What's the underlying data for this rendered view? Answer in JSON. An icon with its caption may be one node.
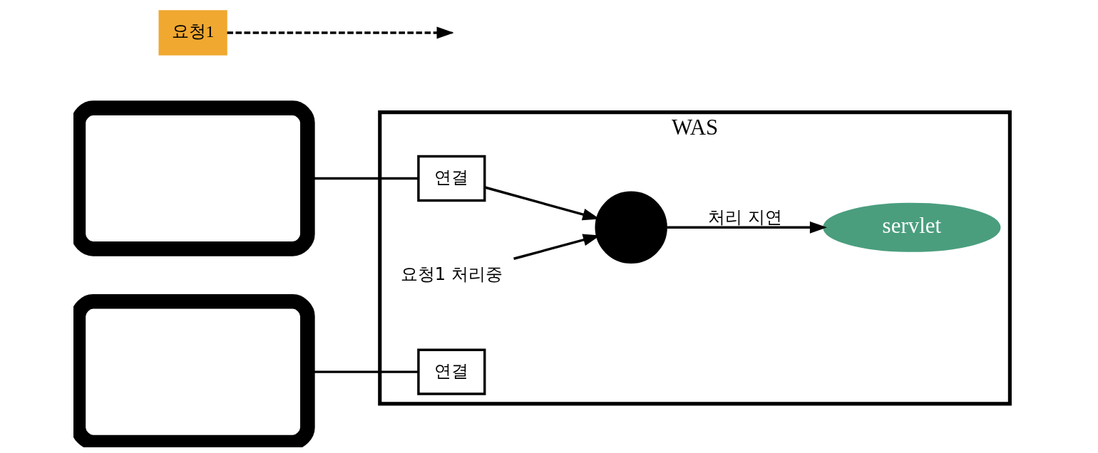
{
  "diagram": {
    "nodes": [
      {
        "text": [
          "WAS"
        ]
      },
      {
        "text": [],
        "shape": "monitor"
      },
      {
        "text": [
          "요청1"
        ]
      },
      {
        "text": [
          "연결"
        ],
        "in": 0
      },
      {
        "text": [
          "요청1 처리중"
        ],
        "in": 0
      },
      {
        "text": [],
        "shape": "circle",
        "in": 0
      },
      {
        "text": [
          "servlet"
        ],
        "in": 0
      },
      {
        "text": [],
        "shape": "monitor"
      },
      {
        "text": [
          "연결"
        ],
        "in": 0
      }
    ],
    "edges": [
      {
        "from": 1,
        "to": 3,
        "arrow": "none"
      },
      {
        "from": 2,
        "to": null,
        "arrow": "to",
        "style": "dashed"
      },
      {
        "from": 3,
        "to": 5,
        "arrow": "to"
      },
      {
        "from": 4,
        "to": 5,
        "arrow": "to"
      },
      {
        "from": 5,
        "to": 6,
        "arrow": "to",
        "label": "처리 지연"
      },
      {
        "from": 7,
        "to": 8,
        "arrow": "none"
      }
    ]
  }
}
